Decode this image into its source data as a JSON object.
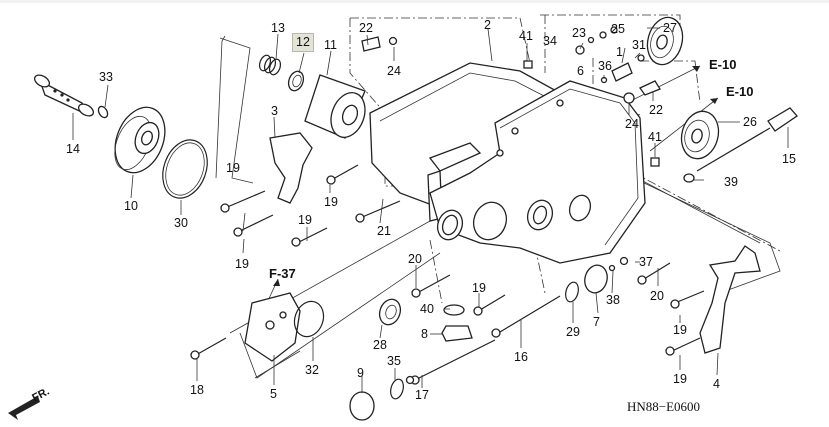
{
  "diagram": {
    "code": "HN88−E0600",
    "direction_label": "FR.",
    "references": [
      {
        "id": "ref-e10-upper",
        "text": "E-10"
      },
      {
        "id": "ref-e10-lower",
        "text": "E-10"
      },
      {
        "id": "ref-f37",
        "text": "F-37"
      }
    ],
    "highlighted_part": "12",
    "callouts": {
      "p1": "1",
      "p2": "2",
      "p3": "3",
      "p4": "4",
      "p5": "5",
      "p6": "6",
      "p7": "7",
      "p8": "8",
      "p9": "9",
      "p10": "10",
      "p11": "11",
      "p12": "12",
      "p13": "13",
      "p14": "14",
      "p15": "15",
      "p16": "16",
      "p17": "17",
      "p18": "18",
      "p19a": "19",
      "p19b": "19",
      "p19c": "19",
      "p19d": "19",
      "p19e": "19",
      "p19f": "19",
      "p19g": "19",
      "p20a": "20",
      "p20b": "20",
      "p21": "21",
      "p22a": "22",
      "p22b": "22",
      "p23": "23",
      "p24a": "24",
      "p24b": "24",
      "p25": "25",
      "p26": "26",
      "p27": "27",
      "p28": "28",
      "p29": "29",
      "p30": "30",
      "p31": "31",
      "p32": "32",
      "p33": "33",
      "p34": "34",
      "p35": "35",
      "p36": "36",
      "p37": "37",
      "p38": "38",
      "p39": "39",
      "p40": "40",
      "p41a": "41",
      "p41b": "41"
    }
  }
}
